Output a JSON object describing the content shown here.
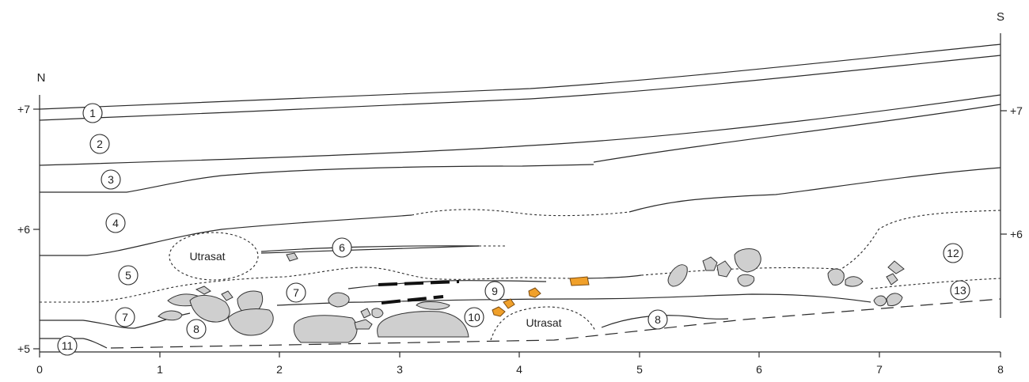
{
  "directions": {
    "north": "N",
    "south": "S"
  },
  "elevations": {
    "left": [
      "+7",
      "+6",
      "+5"
    ],
    "right": [
      "+7",
      "+6"
    ]
  },
  "x_ticks": [
    "0",
    "1",
    "2",
    "3",
    "4",
    "5",
    "6",
    "7",
    "8"
  ],
  "layers": [
    "1",
    "2",
    "3",
    "4",
    "5",
    "6",
    "7",
    "7",
    "8",
    "8",
    "9",
    "10",
    "11",
    "12",
    "13"
  ],
  "notes": {
    "utrasat_1": "Utrasat",
    "utrasat_2": "Utrasat"
  },
  "colors": {
    "stone": "#cfcfcf",
    "find": "#f0a02a",
    "line": "#2a2a2a"
  }
}
